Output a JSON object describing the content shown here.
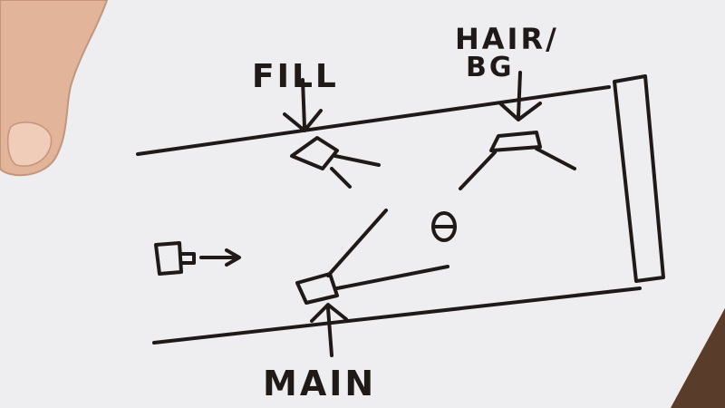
{
  "diagram": {
    "labels": {
      "fill": "FILL",
      "hair_line1": "HAIR/",
      "hair_line2": "BG",
      "main": "MAIN"
    },
    "colors": {
      "paper": "#eeedef",
      "ink": "#1f1a17",
      "wood": "#6b4a35",
      "skin": "#e2b49a"
    }
  }
}
